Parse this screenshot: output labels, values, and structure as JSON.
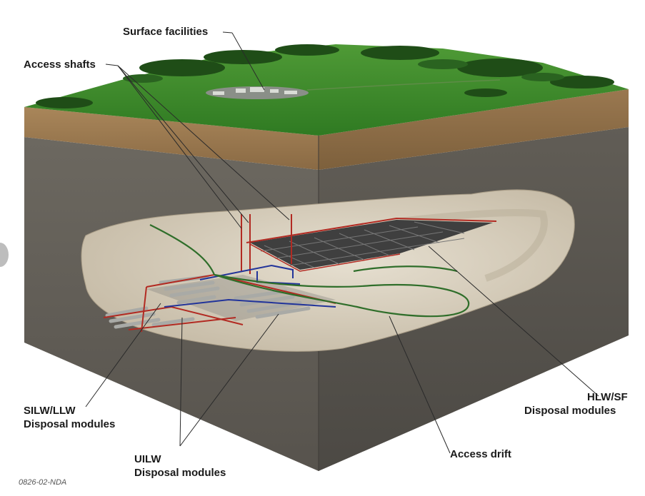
{
  "labels": {
    "surface_facilities": "Surface facilities",
    "access_shafts": "Access shafts",
    "silw_llw_line1": "SILW/LLW",
    "silw_llw_line2": "Disposal modules",
    "uilw_line1": "UILW",
    "uilw_line2": "Disposal modules",
    "hlw_sf_line1": "HLW/SF",
    "hlw_sf_line2": "Disposal modules",
    "access_drift": "Access drift"
  },
  "figure_id": "0826-02-NDA",
  "colors": {
    "grass": "#3d8a2a",
    "soil": "#9b7a52",
    "rock": "#5e5a54",
    "cavern": "#d9d0bf",
    "tunnel_red": "#b22a22",
    "tunnel_blue": "#22349a",
    "drift_green": "#2f6e2a"
  }
}
